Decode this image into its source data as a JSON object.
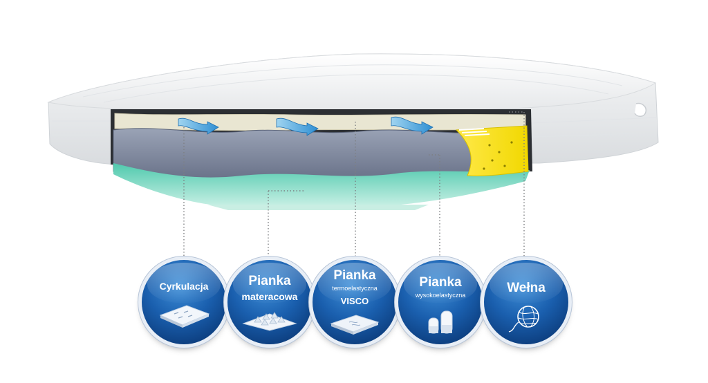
{
  "badges": [
    {
      "title": "Cyrkulacja",
      "subtitle": "",
      "extra": "",
      "icon": "circulation-board-icon"
    },
    {
      "title": "Pianka",
      "subtitle": "materacowa",
      "extra": "",
      "icon": "egg-crate-foam-icon"
    },
    {
      "title": "Pianka",
      "subtitle": "termoelastyczna",
      "extra": "VISCO",
      "icon": "visco-foam-icon"
    },
    {
      "title": "Pianka",
      "subtitle": "wysokoelastyczna",
      "extra": "",
      "icon": "hr-foam-blocks-icon"
    },
    {
      "title": "Wełna",
      "subtitle": "",
      "extra": "",
      "icon": "wool-ball-icon"
    }
  ],
  "colors": {
    "badge_blue": "#1a5fae",
    "memory_foam": "#7a859c",
    "base_foam": "#6fd6bd",
    "wool_layer": "#f4e500",
    "cover": "#f2f3f4"
  }
}
